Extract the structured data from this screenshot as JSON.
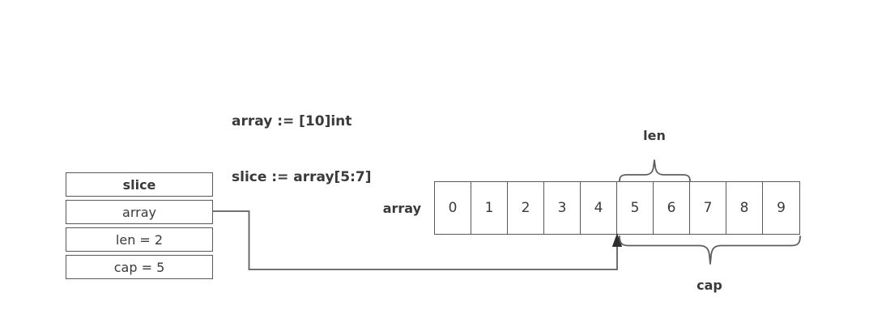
{
  "code": {
    "line1": "array := [10]int",
    "line2": "slice := array[5:7]"
  },
  "slice_struct": {
    "title": "slice",
    "fields": [
      {
        "label": "array"
      },
      {
        "label": "len = 2"
      },
      {
        "label": "cap = 5"
      }
    ]
  },
  "array": {
    "label": "array",
    "cells": [
      "0",
      "1",
      "2",
      "3",
      "4",
      "5",
      "6",
      "7",
      "8",
      "9"
    ]
  },
  "annotations": {
    "len_label": "len",
    "cap_label": "cap",
    "len_span_cells": "5-6",
    "cap_span_cells": "5-9"
  },
  "colors": {
    "background": "#ffffff",
    "line": "#5e5e5e",
    "border": "#595959",
    "text": "#3a3a3a",
    "arrowhead": "#2e2e2e"
  }
}
